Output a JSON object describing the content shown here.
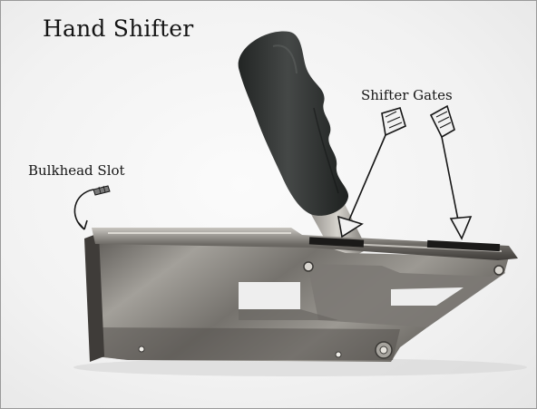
{
  "image": {
    "title": "Hand Shifter",
    "labels": {
      "bulkhead_slot": "Bulkhead Slot",
      "shifter_gates": "Shifter Gates"
    },
    "colors": {
      "background": "#f3f3f3",
      "steel": "#8a8782",
      "steel_dark": "#4a4743",
      "grip": "#2f3231",
      "ink": "#161616"
    }
  }
}
